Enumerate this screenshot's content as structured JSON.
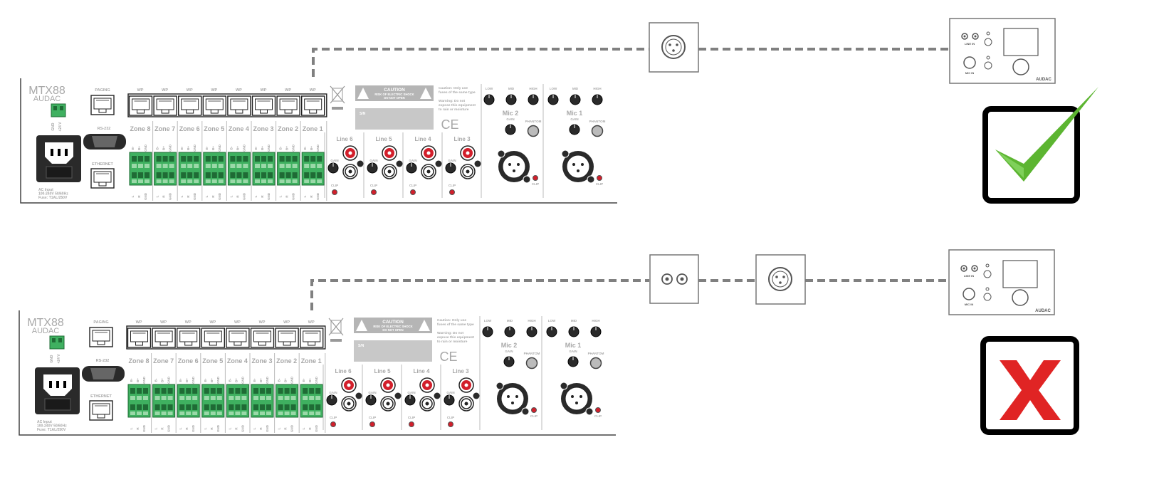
{
  "colors": {
    "panel_stroke": "#444444",
    "label_grey": "#a8a8a8",
    "terminal_green": "#3fb060",
    "rca_red": "#d21f2b",
    "dashed_line": "#808080",
    "check_green": "#5cb531",
    "cross_red": "#e02424"
  },
  "device": {
    "model": "MTX88",
    "brand": "AUDAC",
    "power_terminal_labels": [
      "GND",
      "+24 V"
    ],
    "ac_input_lines": [
      "AC Input",
      "100-240V 50/60Hz",
      "Fuse: T1AL/250V"
    ],
    "port_paging": "PAGING",
    "port_rs232": "RS-232",
    "port_ethernet": "ETHERNET",
    "wp_label": "WP",
    "zones": [
      "Zone 8",
      "Zone 7",
      "Zone 6",
      "Zone 5",
      "Zone 4",
      "Zone 3",
      "Zone 2",
      "Zone 1"
    ],
    "zone_top_pins": [
      "B-",
      "B+",
      "GND"
    ],
    "zone_bottom_pins": [
      "L",
      "R",
      "GND"
    ],
    "caution_title": "CAUTION",
    "caution_lines": [
      "RISK OF ELECTRIC SHOCK",
      "DO NOT OPEN"
    ],
    "caution_side_text": [
      "Caution: Only use",
      "fuses of the same type",
      "",
      "Warning: Do not",
      "expose this equipment",
      "to rain or moisture"
    ],
    "serial_label": "S/N",
    "ce_mark": "CE",
    "lines": [
      "Line 6",
      "Line 5",
      "Line 4",
      "Line 3"
    ],
    "gain_label": "GAIN",
    "clip_label": "CLIP",
    "eq_labels": [
      "LOW",
      "MID",
      "HIGH"
    ],
    "mics": [
      "Mic 2",
      "Mic 1"
    ],
    "phantom_label": "PHANTOM"
  },
  "wall_panel": {
    "line_in_label": "LINE IN",
    "mic_in_label": "MIC IN",
    "brand": "AUDAC"
  },
  "scenarios": [
    {
      "id": "correct",
      "result": "check-mark"
    },
    {
      "id": "incorrect",
      "result": "cross-mark"
    }
  ]
}
